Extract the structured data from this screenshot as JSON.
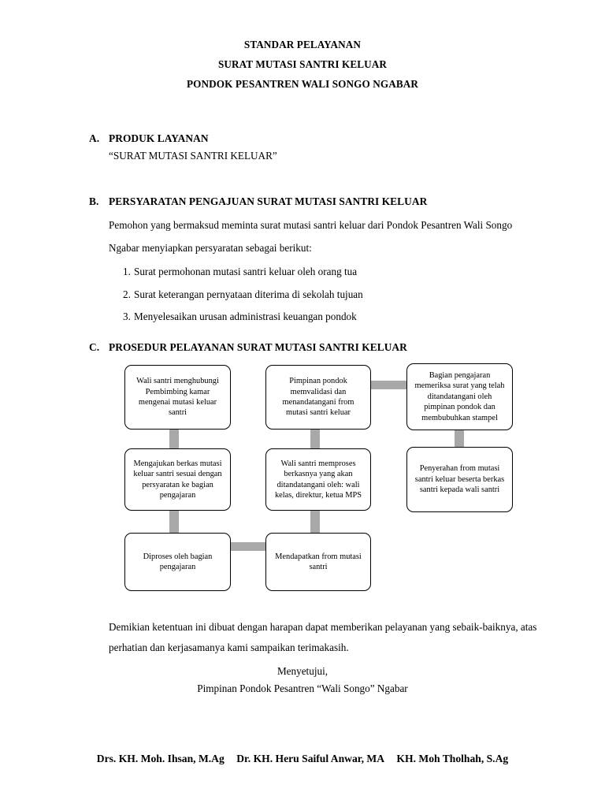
{
  "document": {
    "title_lines": [
      "STANDAR PELAYANAN",
      "SURAT MUTASI SANTRI KELUAR",
      "PONDOK PESANTREN WALI SONGO NGABAR"
    ]
  },
  "section_a": {
    "letter": "A.",
    "heading": "PRODUK LAYANAN",
    "content": "“SURAT MUTASI SANTRI KELUAR”"
  },
  "section_b": {
    "letter": "B.",
    "heading": "PERSYARATAN PENGAJUAN SURAT MUTASI SANTRI KELUAR",
    "paragraph": "Pemohon yang bermaksud meminta surat mutasi santri keluar dari Pondok Pesantren Wali Songo Ngabar menyiapkan persyaratan sebagai berikut:",
    "items": [
      {
        "marker": "1.",
        "text": "Surat permohonan mutasi santri keluar oleh orang tua"
      },
      {
        "marker": "2.",
        "text": "Surat keterangan pernyataan diterima di sekolah tujuan"
      },
      {
        "marker": "3.",
        "text": "Menyelesaikan urusan administrasi keuangan pondok"
      }
    ]
  },
  "section_c": {
    "letter": "C.",
    "heading": "PROSEDUR PELAYANAN SURAT MUTASI SANTRI KELUAR",
    "flowchart": {
      "boxes": [
        {
          "id": "box-1",
          "text": "Wali santri menghubungi Pembimbing kamar mengenai mutasi keluar santri"
        },
        {
          "id": "box-2",
          "text": "Pimpinan pondok memvalidasi dan menandatangani from mutasi santri keluar"
        },
        {
          "id": "box-3",
          "text": "Bagian pengajaran memeriksa surat yang telah ditandatangani oleh pimpinan pondok dan membubuhkan stampel"
        },
        {
          "id": "box-4",
          "text": "Mengajukan berkas mutasi keluar santri sesuai dengan persyaratan ke bagian pengajaran"
        },
        {
          "id": "box-5",
          "text": "Wali santri memproses berkasnya yang akan ditandatangani oleh: wali kelas, direktur, ketua MPS"
        },
        {
          "id": "box-6",
          "text": "Penyerahan from mutasi santri keluar beserta berkas santri kepada wali santri"
        },
        {
          "id": "box-7",
          "text": "Diproses oleh bagian pengajaran"
        },
        {
          "id": "box-8",
          "text": "Mendapatkan from mutasi santri"
        }
      ],
      "connector_color": "#a8a8a8"
    }
  },
  "closing": {
    "paragraph": "Demikian ketentuan ini dibuat dengan harapan dapat memberikan pelayanan yang sebaik-baiknya, atas perhatian dan kerjasamanya kami sampaikan terimakasih.",
    "approval_line_1": "Menyetujui,",
    "approval_line_2": "Pimpinan Pondok Pesantren “Wali Songo” Ngabar",
    "signatures": [
      "Drs. KH. Moh. Ihsan, M.Ag",
      "Dr. KH. Heru Saiful Anwar, MA",
      "KH. Moh Tholhah, S.Ag"
    ]
  }
}
